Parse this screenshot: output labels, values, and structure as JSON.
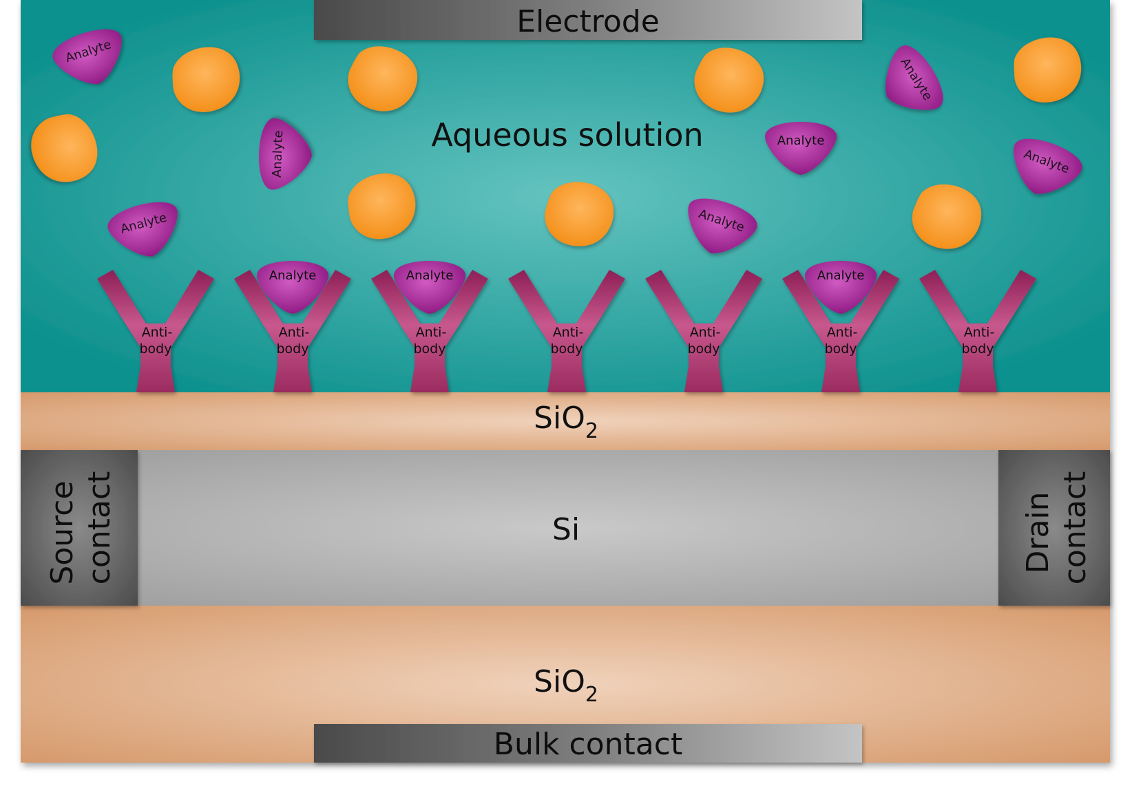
{
  "labels": {
    "electrode": "Electrode",
    "aqueous": "Aqueous solution",
    "sio2_base": "SiO",
    "sio2_sub": "2",
    "si": "Si",
    "source_line1": "Source",
    "source_line2": "contact",
    "drain_line1": "Drain",
    "drain_line2": "contact",
    "bulk": "Bulk contact"
  },
  "antibody": {
    "line1": "Anti-",
    "line2": "body",
    "count": 7,
    "bound": [
      false,
      true,
      true,
      false,
      false,
      true,
      false
    ]
  },
  "analyte_label": "Analyte",
  "colors": {
    "solution": "#1c9d9a",
    "solution_light": "#5ec0bd",
    "oxide": "#d9a27a",
    "oxide_light": "#efcdb2",
    "silicon": "#b8b8b8",
    "contact_dark": "#5a5a5a",
    "antibody": "#b3336f",
    "analyte": "#b0309f",
    "orange_molecule": "#f7941d"
  }
}
